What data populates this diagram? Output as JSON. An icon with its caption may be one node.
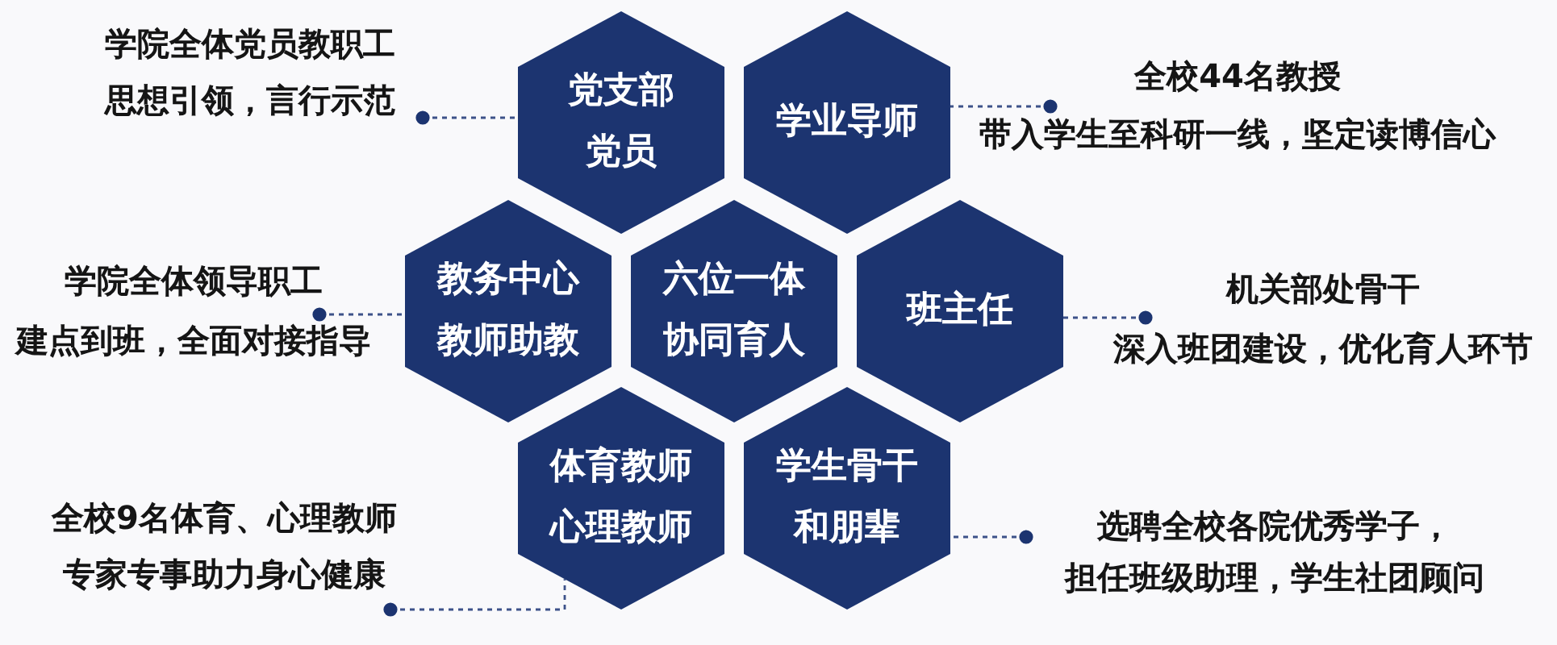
{
  "diagram": {
    "nodes": [
      {
        "text": [
          "学院全体党员教职工",
          "思想引领，言行示范"
        ]
      },
      {
        "text": [
          "党支部",
          "党员"
        ]
      },
      {
        "text": [
          "学业导师"
        ]
      },
      {
        "text": [
          "全校44名教授",
          "带入学生至科研一线，坚定读博信心"
        ]
      },
      {
        "text": [
          "学院全体领导职工",
          "建点到班，全面对接指导"
        ]
      },
      {
        "text": [
          "教务中心",
          "教师助教"
        ]
      },
      {
        "text": [
          "六位一体",
          "协同育人"
        ]
      },
      {
        "text": [
          "班主任"
        ]
      },
      {
        "text": [
          "机关部处骨干",
          "深入班团建设，优化育人环节"
        ]
      },
      {
        "text": [
          "全校9名体育、心理教师",
          "专家专事助力身心健康"
        ]
      },
      {
        "text": [
          "体育教师",
          "心理教师"
        ]
      },
      {
        "text": [
          "学生骨干",
          "和朋辈"
        ]
      },
      {
        "text": [
          "选聘全校各院优秀学子，",
          "担任班级助理，学生社团顾问"
        ]
      }
    ],
    "edges": [
      {
        "from": 0,
        "to": 1,
        "arrow": "other",
        "style": "dashed"
      },
      {
        "from": 3,
        "to": 2,
        "arrow": "other",
        "style": "dashed"
      },
      {
        "from": 4,
        "to": 5,
        "arrow": "other",
        "style": "dashed"
      },
      {
        "from": 8,
        "to": 7,
        "arrow": "other",
        "style": "dashed"
      },
      {
        "from": 9,
        "to": 10,
        "arrow": "other",
        "style": "dashed"
      },
      {
        "from": 12,
        "to": 11,
        "arrow": "other",
        "style": "dashed"
      }
    ]
  }
}
